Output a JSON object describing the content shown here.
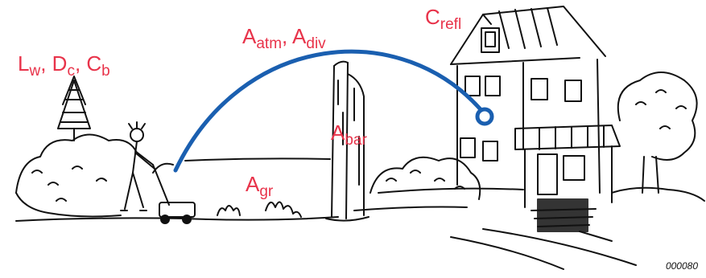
{
  "labels": {
    "source": {
      "main": [
        "L",
        "D",
        "C"
      ],
      "subs": [
        "w",
        "c",
        "b"
      ],
      "sep": ", "
    },
    "air": {
      "parts": [
        [
          "A",
          "atm"
        ],
        [
          "A",
          "div"
        ]
      ],
      "sep": ", "
    },
    "reflection": [
      "C",
      "refl"
    ],
    "barrier": [
      "A",
      "bar"
    ],
    "ground": [
      "A",
      "gr"
    ]
  },
  "figure_code": "000080",
  "colors": {
    "label": "#e8334a",
    "path": "#1a5fb0",
    "ink": "#111111"
  },
  "icons": [
    "tree-icon",
    "person-mowing-icon",
    "lawn-mower-icon",
    "fence-post-icon",
    "house-icon",
    "bushes-icon",
    "receiver-icon"
  ]
}
